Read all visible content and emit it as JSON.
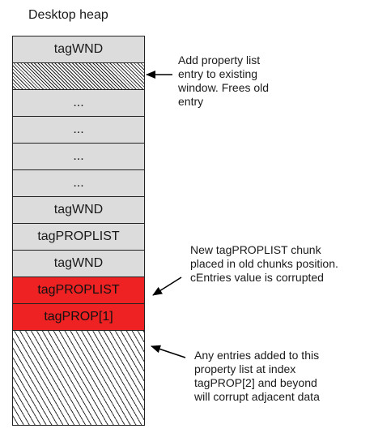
{
  "title": "Desktop heap",
  "cells": [
    {
      "label": "tagWND",
      "style": "gray"
    },
    {
      "label": "",
      "style": "dense"
    },
    {
      "label": "...",
      "style": "gray"
    },
    {
      "label": "...",
      "style": "gray"
    },
    {
      "label": "...",
      "style": "gray"
    },
    {
      "label": "...",
      "style": "gray"
    },
    {
      "label": "tagWND",
      "style": "gray"
    },
    {
      "label": "tagPROPLIST",
      "style": "gray"
    },
    {
      "label": "tagWND",
      "style": "gray"
    },
    {
      "label": "tagPROPLIST",
      "style": "red"
    },
    {
      "label": "tagPROP[1]",
      "style": "red"
    },
    {
      "label": "",
      "style": "sparse"
    }
  ],
  "annotations": {
    "a1": [
      "Add property list",
      "entry to existing",
      "window. Frees old",
      "entry"
    ],
    "a2": [
      "New tagPROPLIST chunk",
      "placed in old chunks position.",
      "cEntries value is corrupted"
    ],
    "a3": [
      "Any entries added to this",
      "property list at index",
      "tagPROP[2] and beyond",
      "will corrupt adjacent data"
    ]
  },
  "colors": {
    "red": "#ee2222",
    "gray": "#dcdcdc",
    "outline": "#222222"
  }
}
